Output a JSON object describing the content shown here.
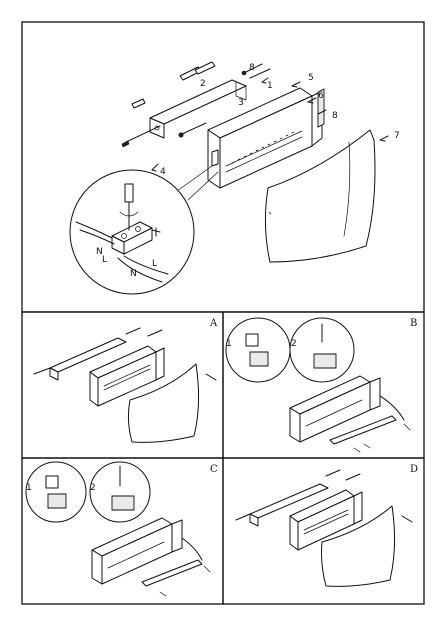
{
  "callouts": {
    "n1": "1",
    "n2": "2",
    "n3": "3",
    "n4": "4",
    "n5": "5",
    "n6": "6",
    "n7": "7",
    "n8a": "8",
    "n8b": "8",
    "wire_n1": "N",
    "wire_l1": "L",
    "wire_n2": "N",
    "wire_l2": "L"
  },
  "panels": {
    "a": "A",
    "b": "B",
    "c": "C",
    "d": "D"
  },
  "step_marks": {
    "b_left": "1",
    "b_right": "2",
    "c_left": "1",
    "c_right": "2"
  }
}
